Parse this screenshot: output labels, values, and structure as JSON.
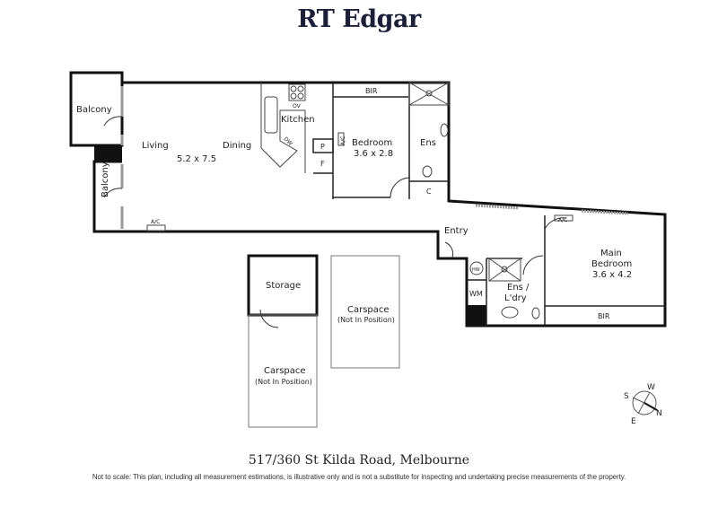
{
  "brand": {
    "name": "RT Edgar"
  },
  "rooms": {
    "balcony_top": "Balcony",
    "balcony_side": "Balcony",
    "living": "Living",
    "living_dims": "5.2 x 7.5",
    "dining": "Dining",
    "kitchen": "Kitchen",
    "oven": "OV",
    "dishwasher": "DW",
    "pantry": "P",
    "fridge": "F",
    "ac_living": "A/C",
    "ac_bedroom": "A/C",
    "ac_main": "A/C",
    "bir_bedroom": "BIR",
    "bedroom": "Bedroom",
    "bedroom_dims": "3.6 x 2.8",
    "ensuite": "Ens",
    "cupboard": "C",
    "entry": "Entry",
    "hot_water": "HW",
    "washing_machine": "WM",
    "ens_laundry_1": "Ens /",
    "ens_laundry_2": "L'dry",
    "main_bedroom_1": "Main",
    "main_bedroom_2": "Bedroom",
    "main_bedroom_dims": "3.6 x 4.2",
    "bir_main": "BIR",
    "storage": "Storage",
    "carspace_1": "Carspace",
    "carspace_1_note": "(Not In Position)",
    "carspace_2": "Carspace",
    "carspace_2_note": "(Not In Position)"
  },
  "compass": {
    "n": "N",
    "s": "S",
    "e": "E",
    "w": "W"
  },
  "footer": {
    "address": "517/360 St Kilda Road, Melbourne",
    "disclaimer": "Not to scale: This plan, including all measurement estimations, is illustrative only and is not a substitute for inspecting and undertaking precise measurements of the property."
  },
  "colors": {
    "brand": "#1a1f3a",
    "wall": "#111111",
    "window": "#9a9a9a"
  }
}
